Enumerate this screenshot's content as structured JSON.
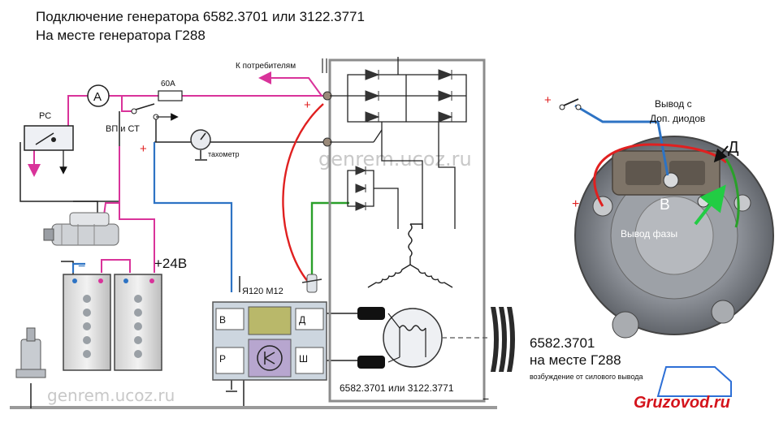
{
  "title": {
    "line1": "Подключение генератора 6582.3701 или 3122.3771",
    "line2": "На месте генератора  Г288"
  },
  "labels": {
    "consumers": "К потребителям",
    "ammeter": "A",
    "fuse": "60А",
    "relay": "РС",
    "switch": "ВП и СТ",
    "tachometer": "тахометр",
    "voltage": "+24В",
    "regulator": "Я120 М12",
    "terminal_b": "В",
    "terminal_p": "Р",
    "terminal_d": "Д",
    "terminal_sh": "Ш",
    "generator_models": "6582.3701 или 3122.3771",
    "plus": "+",
    "minus": "−"
  },
  "photo": {
    "diode_output": "Вывод с\nДоп. диодов",
    "terminal_d": "Д",
    "terminal_b": "В",
    "phase_output": "Вывод фазы",
    "model": "6582.3701",
    "replaces": "на месте Г288",
    "excitation": "возбуждение от силового вывода"
  },
  "watermarks": {
    "top": "genrem.ucoz.ru",
    "bottom": "genrem.ucoz.ru"
  },
  "brand": "Gruzovod.ru",
  "colors": {
    "pink_wire": "#d9339a",
    "blue_wire": "#2d73c4",
    "red_wire": "#e02020",
    "green_wire": "#2aa02a",
    "diode": "#333333",
    "frame": "#888888",
    "brand_red": "#d4141c"
  }
}
